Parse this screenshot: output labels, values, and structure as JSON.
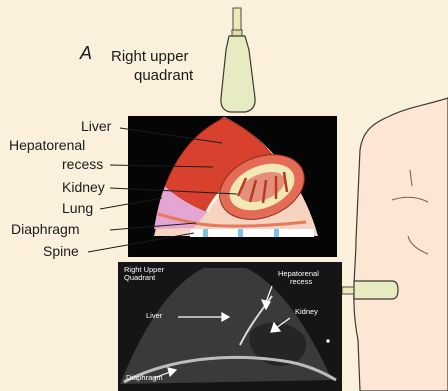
{
  "panel": {
    "letter": "A",
    "title_line1": "Right upper",
    "title_line2": "quadrant"
  },
  "diagram_labels": {
    "liver": "Liver",
    "hepatorenal_line1": "Hepatorenal",
    "hepatorenal_line2": "recess",
    "kidney": "Kidney",
    "lung": "Lung",
    "diaphragm": "Diaphragm",
    "spine": "Spine"
  },
  "ultrasound_labels": {
    "heading_line1": "Right Upper",
    "heading_line2": "Quadrant",
    "liver": "Liver",
    "hepatorenal_line1": "Hepatorenal",
    "hepatorenal_line2": "recess",
    "kidney": "Kidney",
    "diaphragm": "Diaphragm"
  },
  "colors": {
    "background": "#fbf0dc",
    "liver": "#d8412e",
    "kidney_cortex": "#e46b55",
    "kidney_medulla": "#f3e7b4",
    "lung": "#e3a6d3",
    "skin": "#fde6d3",
    "probe": "#e7ebc2"
  }
}
